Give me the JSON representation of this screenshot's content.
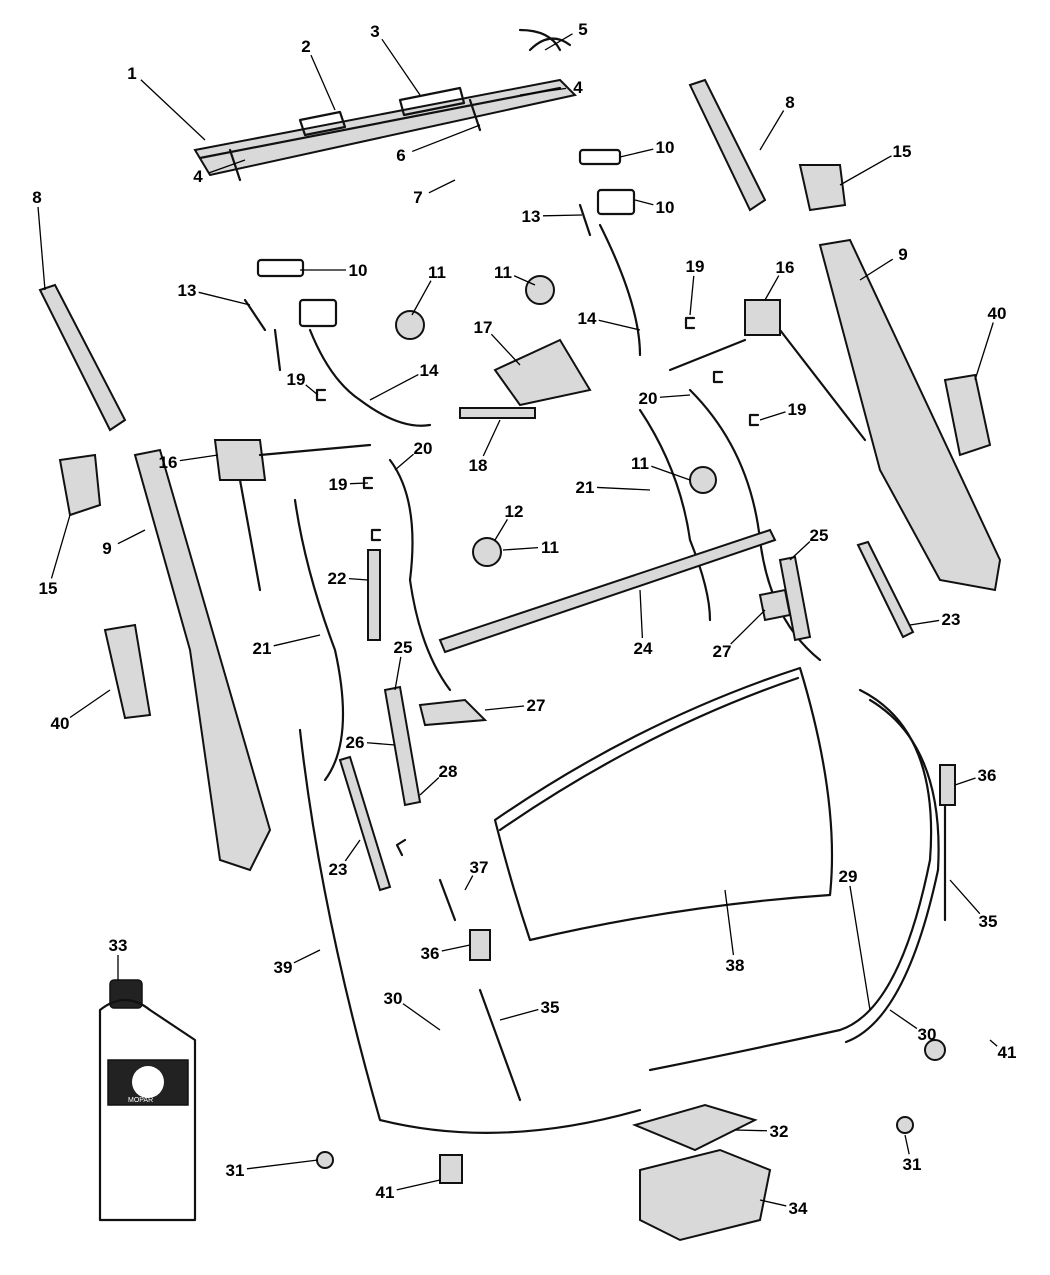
{
  "diagram": {
    "title": "Convertible top parts exploded view",
    "callouts": [
      "1",
      "2",
      "3",
      "5",
      "4",
      "4",
      "6",
      "7",
      "10",
      "10",
      "10",
      "8",
      "15",
      "8",
      "13",
      "13",
      "11",
      "11",
      "19",
      "14",
      "16",
      "9",
      "17",
      "40",
      "14",
      "19",
      "18",
      "16",
      "20",
      "19",
      "20",
      "11",
      "21",
      "12",
      "19",
      "11",
      "9",
      "25",
      "22",
      "15",
      "23",
      "24",
      "27",
      "21",
      "25",
      "27",
      "40",
      "26",
      "28",
      "36",
      "23",
      "37",
      "29",
      "35",
      "33",
      "36",
      "39",
      "38",
      "30",
      "35",
      "30",
      "41",
      "32",
      "31",
      "31",
      "41",
      "34"
    ],
    "bottle_logo": "MOPAR"
  }
}
